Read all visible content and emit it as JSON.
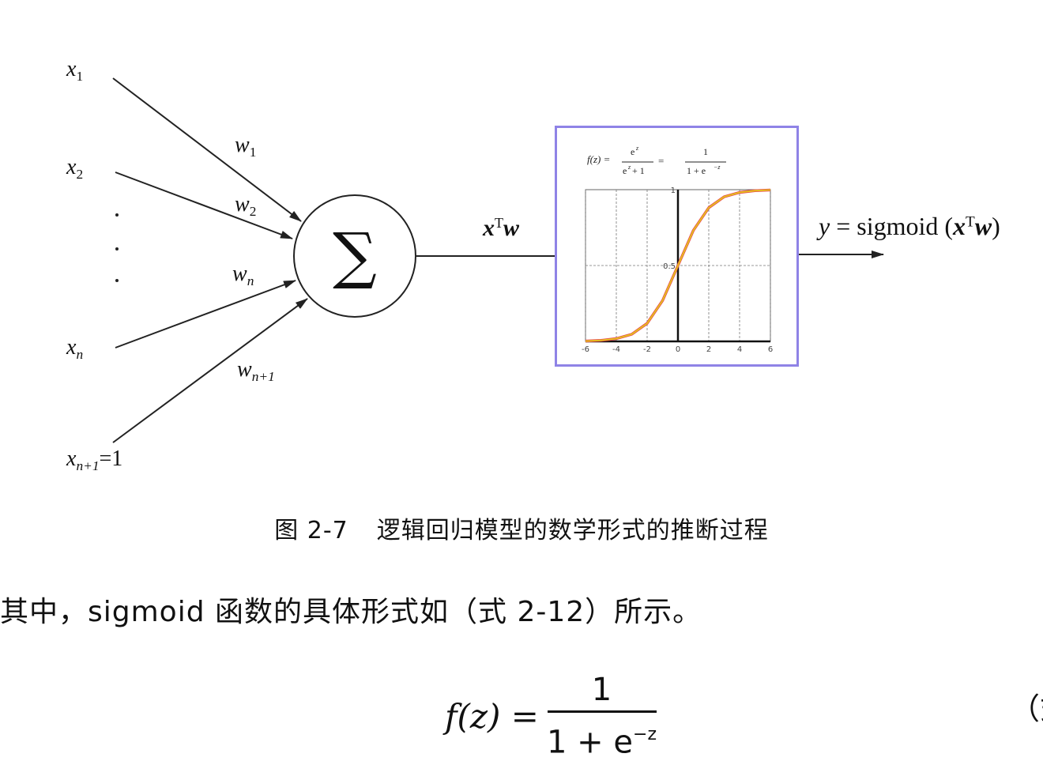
{
  "inputs": [
    {
      "var": "x",
      "sub": "1",
      "tail": ""
    },
    {
      "var": "x",
      "sub": "2",
      "tail": ""
    },
    {
      "var": "x",
      "sub": "n",
      "tail": ""
    },
    {
      "var": "x",
      "sub": "n+1",
      "tail": "=1"
    }
  ],
  "weights": [
    {
      "var": "w",
      "sub": "1"
    },
    {
      "var": "w",
      "sub": "2"
    },
    {
      "var": "w",
      "sub": "n"
    },
    {
      "var": "w",
      "sub": "n+1"
    }
  ],
  "sum_symbol": "∑",
  "middle_label": {
    "x": "x",
    "sup": "T",
    "w": "w"
  },
  "output_label": {
    "y": "y",
    "rest": " = sigmoid (",
    "x": "x",
    "sup": "T",
    "w": "w",
    "close": ")"
  },
  "sigmoid_plot": {
    "formula": "f(z) = eᶻ/(eᶻ + 1) = 1/(1 + e⁻ᶻ)",
    "curve_color": "#e4c51c",
    "curve_edge_color": "#e8484a",
    "border_color": "#8f83e6"
  },
  "chart_data": {
    "type": "line",
    "xlim": [
      -6,
      6
    ],
    "ylim": [
      0,
      1
    ],
    "x_ticks": [
      "-6",
      "-4",
      "-2",
      "0",
      "2",
      "4",
      "6"
    ],
    "y_ticks": [
      "0.5",
      "1"
    ],
    "grid": true,
    "series": [
      {
        "x": [
          -6,
          -5,
          -4,
          -3,
          -2,
          -1,
          0,
          1,
          2,
          3,
          4,
          5,
          6
        ],
        "values": [
          0.002,
          0.007,
          0.018,
          0.047,
          0.119,
          0.269,
          0.5,
          0.731,
          0.881,
          0.953,
          0.982,
          0.993,
          0.998
        ]
      }
    ]
  },
  "caption": {
    "number": "图 2-7",
    "text": "逻辑回归模型的数学形式的推断过程"
  },
  "paragraph": "其中，sigmoid 函数的具体形式如（式 2-12）所示。",
  "equation": {
    "lhs": "f(z) =",
    "numerator": "1",
    "den_base": "1 + e",
    "den_exp": "−z",
    "tag": "（式"
  }
}
